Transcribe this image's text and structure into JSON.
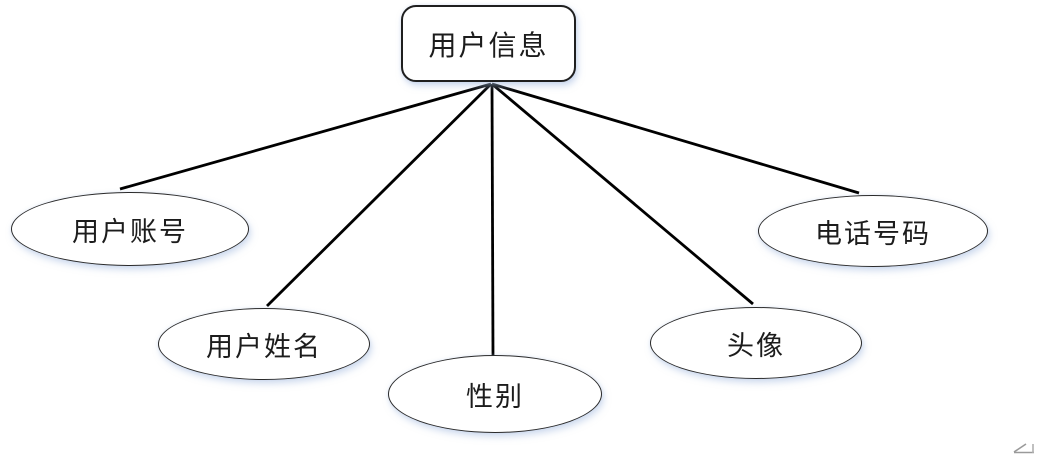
{
  "diagram": {
    "root": {
      "label": "用户信息"
    },
    "attributes": [
      {
        "label": "用户账号"
      },
      {
        "label": "用户姓名"
      },
      {
        "label": "性别"
      },
      {
        "label": "头像"
      },
      {
        "label": "电话号码"
      }
    ],
    "colors": {
      "stroke": "#1f1f1f",
      "line": "#000000",
      "glow": "#dbe5f4",
      "background": "#ffffff",
      "watermark": "#9a9a9a"
    }
  }
}
